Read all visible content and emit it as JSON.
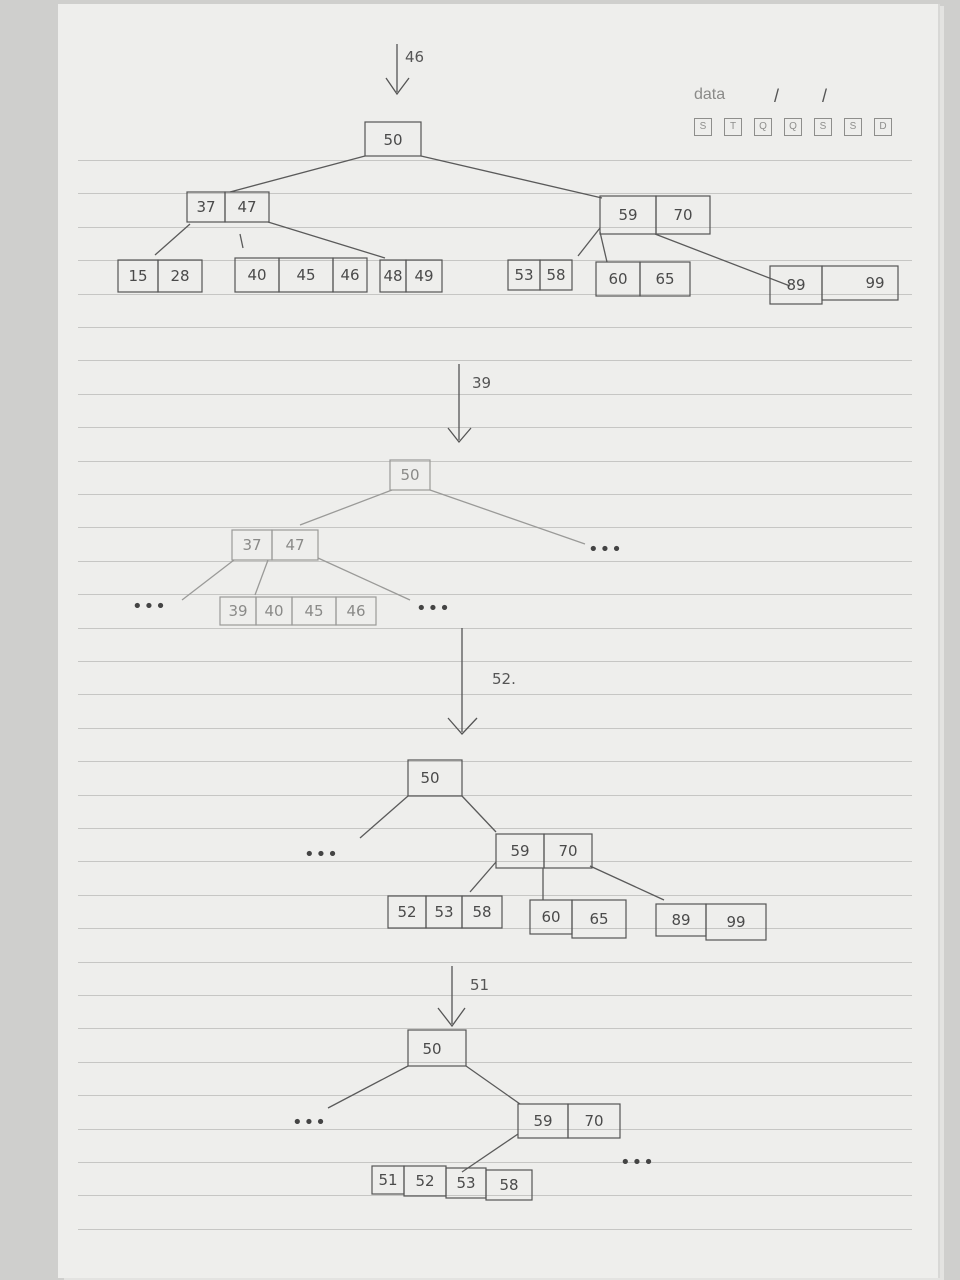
{
  "header": {
    "date_label": "data",
    "slash": "/",
    "weekdays": [
      "S",
      "T",
      "Q",
      "Q",
      "S",
      "S",
      "D"
    ]
  },
  "steps": [
    {
      "insert_label": "46",
      "root": [
        "50"
      ],
      "level1": [
        [
          "37",
          "47"
        ],
        [
          "59",
          "70"
        ]
      ],
      "leaves": [
        [
          "15",
          "28"
        ],
        [
          "40",
          "45",
          "46"
        ],
        [
          "48",
          "49"
        ],
        [
          "53",
          "58"
        ],
        [
          "60",
          "65"
        ],
        [
          "89",
          "99"
        ]
      ]
    },
    {
      "insert_label": "39",
      "root": [
        "50"
      ],
      "level1": [
        [
          "37",
          "47"
        ]
      ],
      "leaves": [
        [
          "39",
          "40",
          "45",
          "46"
        ]
      ],
      "ellipsis": [
        "•••",
        "•••",
        "•••"
      ]
    },
    {
      "insert_label": "52.",
      "root": [
        "50"
      ],
      "level1": [
        [
          "59",
          "70"
        ]
      ],
      "leaves": [
        [
          "52",
          "53",
          "58"
        ],
        [
          "60",
          "65"
        ],
        [
          "89",
          "99"
        ]
      ],
      "ellipsis": [
        "•••"
      ]
    },
    {
      "insert_label": "51",
      "root": [
        "50"
      ],
      "level1": [
        [
          "59",
          "70"
        ]
      ],
      "leaves": [
        [
          "51",
          "52",
          "53",
          "58"
        ]
      ],
      "ellipsis": [
        "•••",
        "•••"
      ]
    }
  ]
}
